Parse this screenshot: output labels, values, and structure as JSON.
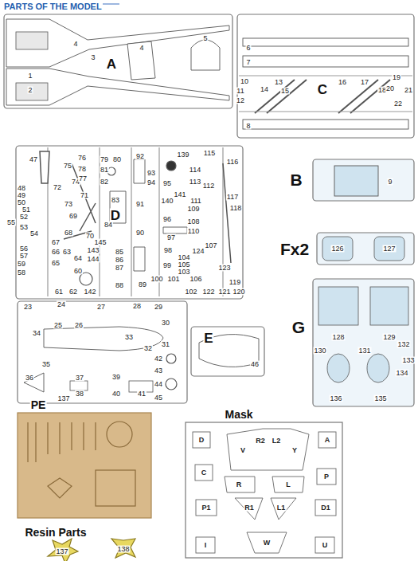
{
  "diagram": {
    "title": "PARTS OF THE MODEL",
    "labels": [
      "1",
      "2",
      "3",
      "4",
      "4",
      "5",
      "A",
      "6",
      "7",
      "8",
      "10",
      "11",
      "12",
      "13",
      "14",
      "15",
      "C",
      "16",
      "17",
      "18",
      "19",
      "20",
      "21",
      "22",
      "47",
      "48",
      "49",
      "50",
      "51",
      "52",
      "53",
      "54",
      "55",
      "56",
      "57",
      "58",
      "59",
      "60",
      "61",
      "62",
      "63",
      "64",
      "65",
      "66",
      "67",
      "68",
      "69",
      "70",
      "71",
      "72",
      "73",
      "74",
      "75",
      "76",
      "77",
      "78",
      "79",
      "80",
      "81",
      "82",
      "83",
      "84",
      "85",
      "86",
      "87",
      "88",
      "89",
      "90",
      "91",
      "92",
      "93",
      "94",
      "95",
      "96",
      "97",
      "98",
      "99",
      "100",
      "101",
      "102",
      "103",
      "104",
      "105",
      "106",
      "107",
      "108",
      "109",
      "110",
      "111",
      "112",
      "113",
      "114",
      "115",
      "116",
      "117",
      "118",
      "119",
      "120",
      "121",
      "122",
      "123",
      "124",
      "139",
      "140",
      "141",
      "142",
      "143",
      "144",
      "145",
      "D",
      "23",
      "24",
      "25",
      "26",
      "27",
      "28",
      "29",
      "30",
      "31",
      "32",
      "33",
      "34",
      "35",
      "36",
      "37",
      "38",
      "39",
      "40",
      "41",
      "42",
      "43",
      "44",
      "45",
      "46",
      "137",
      "E",
      "9",
      "B",
      "Fx2",
      "126",
      "127",
      "128",
      "129",
      "130",
      "131",
      "132",
      "133",
      "134",
      "135",
      "136",
      "G",
      "PE",
      "Resin Parts",
      "137",
      "138",
      "Mask",
      "D",
      "V",
      "R2",
      "L2",
      "Y",
      "A",
      "C",
      "P",
      "R",
      "L",
      "P1",
      "R1",
      "L1",
      "D1",
      "I",
      "W",
      "U"
    ]
  }
}
